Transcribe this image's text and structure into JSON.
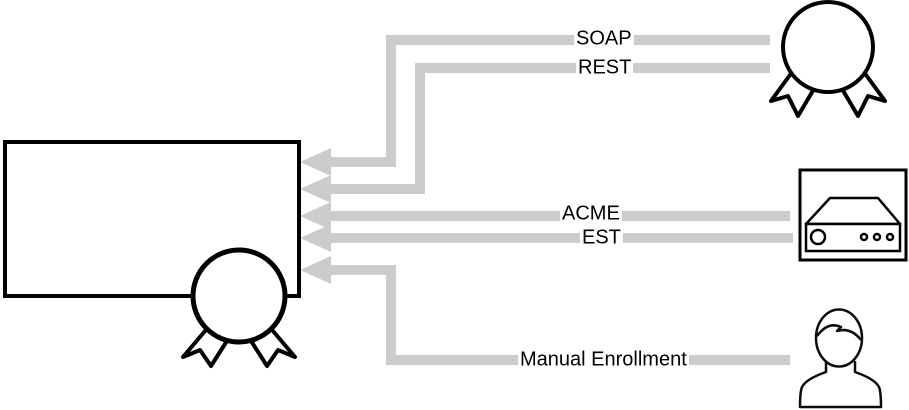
{
  "diagram": {
    "type": "protocol-enrollment-diagram",
    "colors": {
      "background": "#ffffff",
      "connector": "#cccccc",
      "outline": "#000000",
      "label_background": "#ffffff",
      "label_text": "#000000"
    },
    "nodes": [
      {
        "id": "certificate-authority",
        "icon": "certificate-icon",
        "position": "left"
      },
      {
        "id": "ribbon-seal",
        "icon": "award-ribbon-icon",
        "position": "top-right"
      },
      {
        "id": "network-appliance",
        "icon": "server-appliance-icon",
        "position": "middle-right"
      },
      {
        "id": "user",
        "icon": "person-icon",
        "position": "bottom-right"
      }
    ],
    "connections": [
      {
        "label": "SOAP",
        "from": "ribbon-seal",
        "to": "certificate-authority"
      },
      {
        "label": "REST",
        "from": "ribbon-seal",
        "to": "certificate-authority"
      },
      {
        "label": "ACME",
        "from": "network-appliance",
        "to": "certificate-authority"
      },
      {
        "label": "EST",
        "from": "network-appliance",
        "to": "certificate-authority"
      },
      {
        "label": "Manual Enrollment",
        "from": "user",
        "to": "certificate-authority"
      }
    ]
  }
}
